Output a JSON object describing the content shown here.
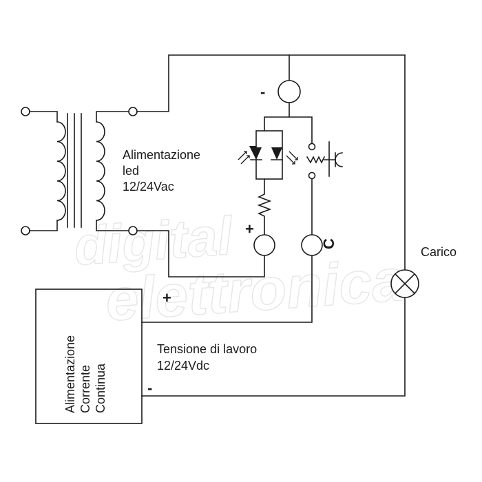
{
  "watermark": {
    "line1": "digital",
    "line2": "elettronica"
  },
  "labels": {
    "led_supply_1": "Alimentazione",
    "led_supply_2": "led",
    "led_supply_3": "12/24Vac",
    "dc_supply_1": "Alimentazione",
    "dc_supply_2": "Corrente",
    "dc_supply_3": "Continua",
    "work_voltage_1": "Tensione di lavoro",
    "work_voltage_2": "12/24Vdc",
    "load": "Carico"
  },
  "terminal_marks": {
    "top": "-",
    "led_plus": "+",
    "common": "C",
    "dc_plus": "+",
    "dc_minus": "-"
  },
  "colors": {
    "line": "#1a1a1a",
    "watermark": "#e6e6e6"
  }
}
